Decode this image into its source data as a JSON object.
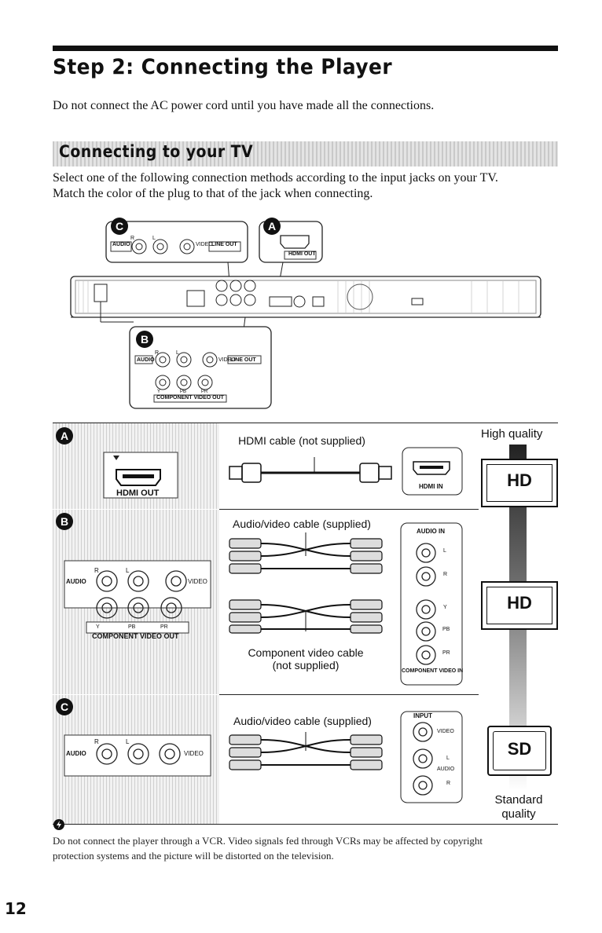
{
  "header": {
    "title": "Step 2: Connecting the Player",
    "intro": "Do not connect the AC power cord until you have made all the connections."
  },
  "section": {
    "title": "Connecting to your TV",
    "line1": "Select one of the following connection methods according to the input jacks on your TV.",
    "line2": "Match the color of the plug to that of the jack when connecting."
  },
  "player_diagram": {
    "badge_c": "C",
    "badge_a": "A",
    "badge_b": "B",
    "audio_label": "AUDIO",
    "r_label": "R",
    "l_label": "L",
    "video_label": "VIDEO",
    "line_out": "LINE OUT",
    "hdmi_out": "HDMI OUT",
    "component_out": "COMPONENT VIDEO OUT",
    "y_label": "Y",
    "pb_label": "PB",
    "pr_label": "PR"
  },
  "table": {
    "quality_high": "High quality",
    "quality_std_1": "Standard",
    "quality_std_2": "quality",
    "tv_hd_1": "HD",
    "tv_hd_2": "HD",
    "tv_sd": "SD",
    "row_a": {
      "badge": "A",
      "jack_label": "HDMI OUT",
      "cable": "HDMI cable (not supplied)",
      "tv_jack": "HDMI IN"
    },
    "row_b": {
      "badge": "B",
      "cable": "Audio/video cable (supplied)",
      "cable2_1": "Component video cable",
      "cable2_2": "(not supplied)",
      "audio_label": "AUDIO",
      "r_label": "R",
      "l_label": "L",
      "video_label": "VIDEO",
      "component_out": "COMPONENT VIDEO OUT",
      "y_label": "Y",
      "pb_label": "PB",
      "pr_label": "PR",
      "tv_audio_in": "AUDIO IN",
      "tv_l": "L",
      "tv_r": "R",
      "tv_y": "Y",
      "tv_pb": "PB",
      "tv_pr": "PR",
      "tv_component_in": "COMPONENT VIDEO IN"
    },
    "row_c": {
      "badge": "C",
      "cable": "Audio/video cable (supplied)",
      "audio_label": "AUDIO",
      "r_label": "R",
      "l_label": "L",
      "video_label": "VIDEO",
      "tv_input": "INPUT",
      "tv_video": "VIDEO",
      "tv_l": "L",
      "tv_audio": "AUDIO",
      "tv_r": "R"
    }
  },
  "note": {
    "icon": "note-icon",
    "line1": "Do not connect the player through a VCR. Video signals fed through VCRs may be affected by copyright",
    "line2": "protection systems and the picture will be distorted on the television."
  },
  "page_number": "12"
}
